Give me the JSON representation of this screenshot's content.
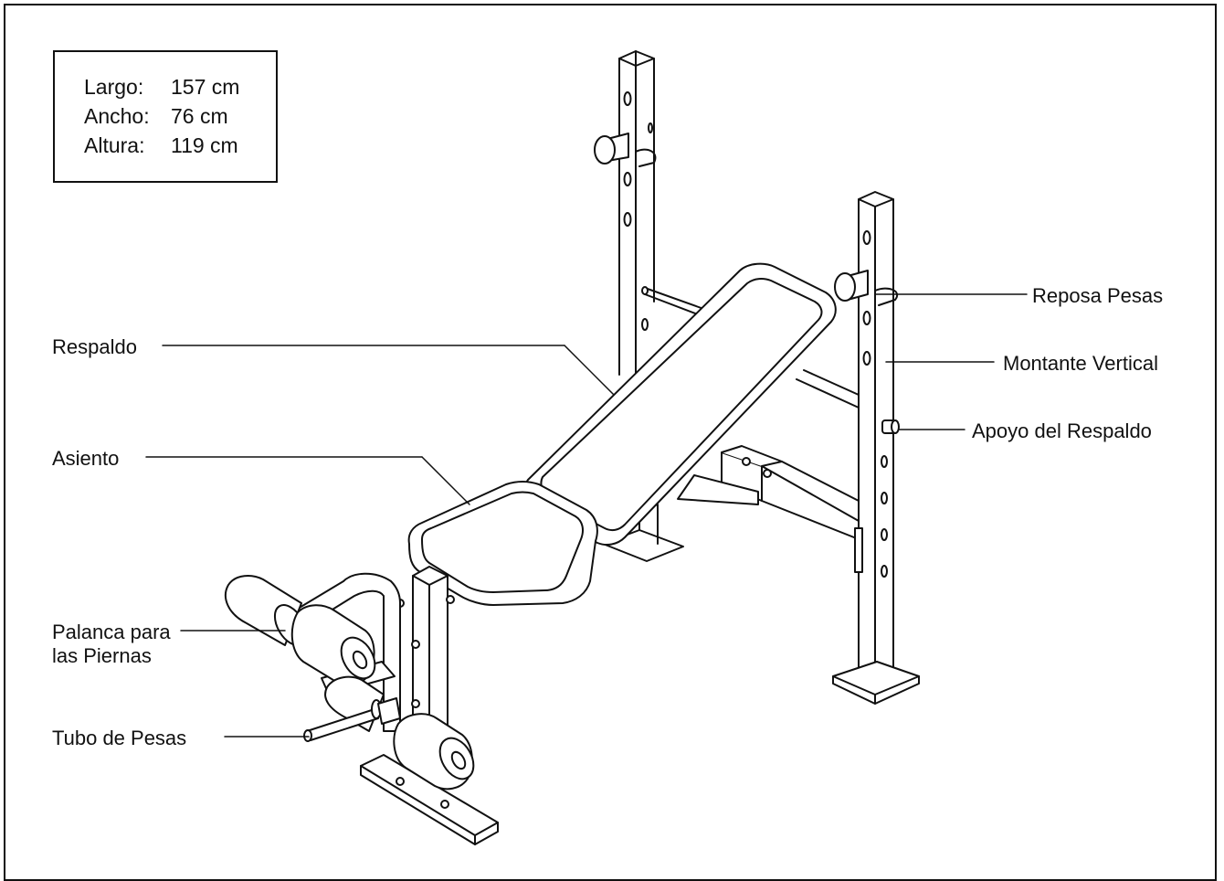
{
  "dimensions": {
    "rows": [
      {
        "label": "Largo:",
        "value": "157 cm"
      },
      {
        "label": "Ancho:",
        "value": "76 cm"
      },
      {
        "label": "Altura:",
        "value": "119 cm"
      }
    ]
  },
  "callouts": {
    "respaldo": "Respaldo",
    "asiento": "Asiento",
    "palanca_line1": "Palanca para",
    "palanca_line2": "las Piernas",
    "tubo": "Tubo de Pesas",
    "reposa": "Reposa Pesas",
    "montante": "Montante Vertical",
    "apoyo": "Apoyo del Respaldo"
  },
  "colors": {
    "ink": "#111111",
    "paper": "#ffffff"
  }
}
